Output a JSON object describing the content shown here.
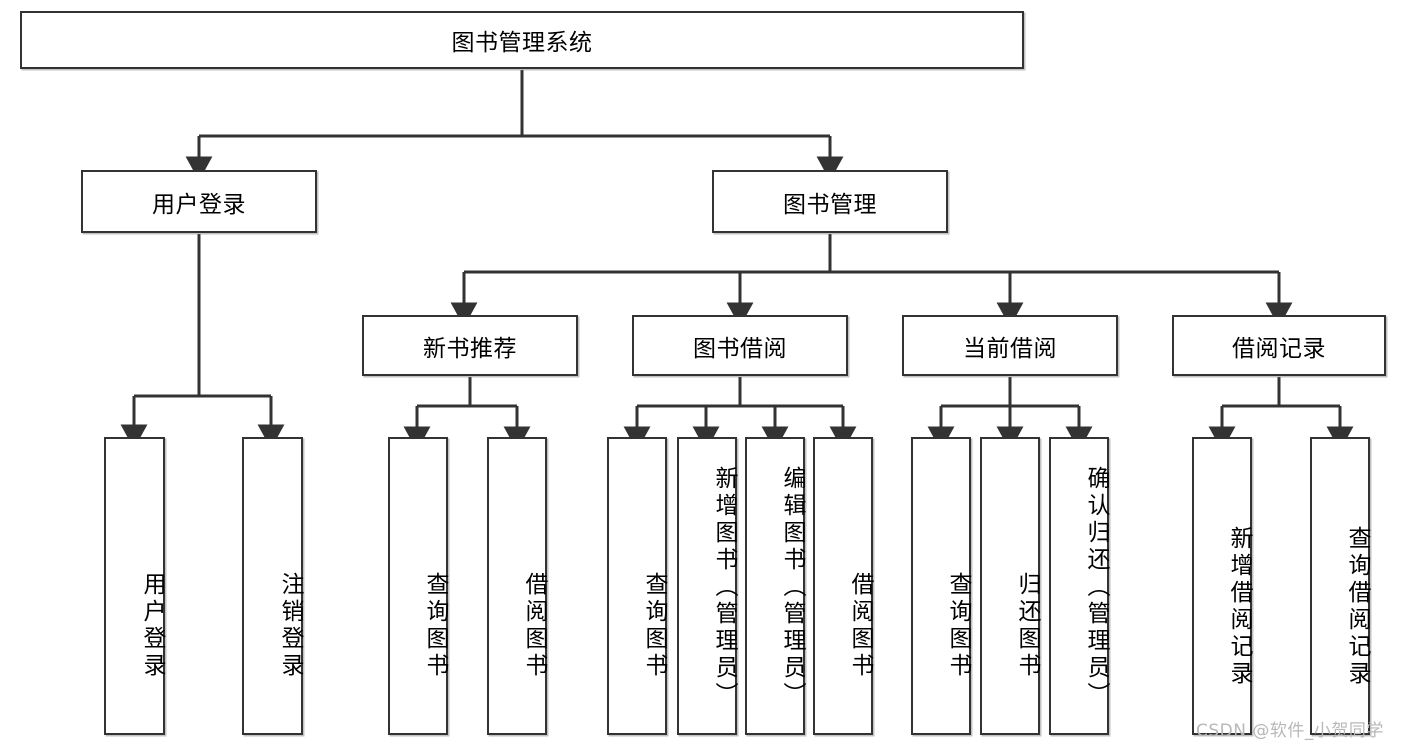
{
  "diagram": {
    "title": "图书管理系统",
    "type": "tree-hierarchy",
    "watermark": "CSDN @软件_小贺同学",
    "colors": {
      "box_border": "#333333",
      "box_fill": "#ffffff",
      "edge": "#333333",
      "text": "#000000",
      "watermark": "#b8b8b8"
    },
    "nodes": {
      "root": "图书管理系统",
      "level2": {
        "user_login": "用户登录",
        "book_manage": "图书管理"
      },
      "level3": {
        "new_book_rec": "新书推荐",
        "book_borrow": "图书借阅",
        "current_borrow": "当前借阅",
        "borrow_record": "借阅记录"
      },
      "leaves": {
        "user_login_1": "用户登录",
        "user_login_2": "注销登录",
        "new_book_rec_1": "查询图书",
        "new_book_rec_2": "借阅图书",
        "book_borrow_1": "查询图书",
        "book_borrow_2": "新增图书（管理员）",
        "book_borrow_3": "编辑图书（管理员）",
        "book_borrow_4": "借阅图书",
        "current_borrow_1": "查询图书",
        "current_borrow_2": "归还图书",
        "current_borrow_3": "确认归还（管理员）",
        "borrow_record_1": "新增借阅记录",
        "borrow_record_2": "查询借阅记录"
      }
    }
  }
}
